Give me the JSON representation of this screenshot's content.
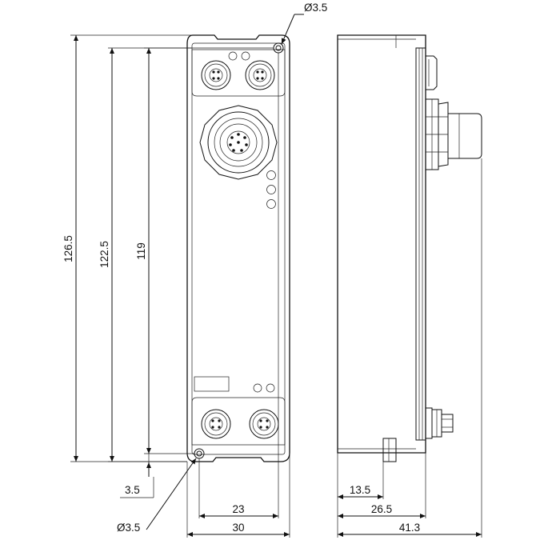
{
  "dimensions": {
    "hole_top_diameter": "Ø3.5",
    "hole_bottom_diameter": "Ø3.5",
    "overall_height": "126.5",
    "height_122": "122.5",
    "height_119": "119",
    "offset_bottom": "3.5",
    "hole_spacing_width": "23",
    "front_width": "30",
    "side_depth_13": "13.5",
    "side_depth_26": "26.5",
    "side_depth_total": "41.3"
  }
}
